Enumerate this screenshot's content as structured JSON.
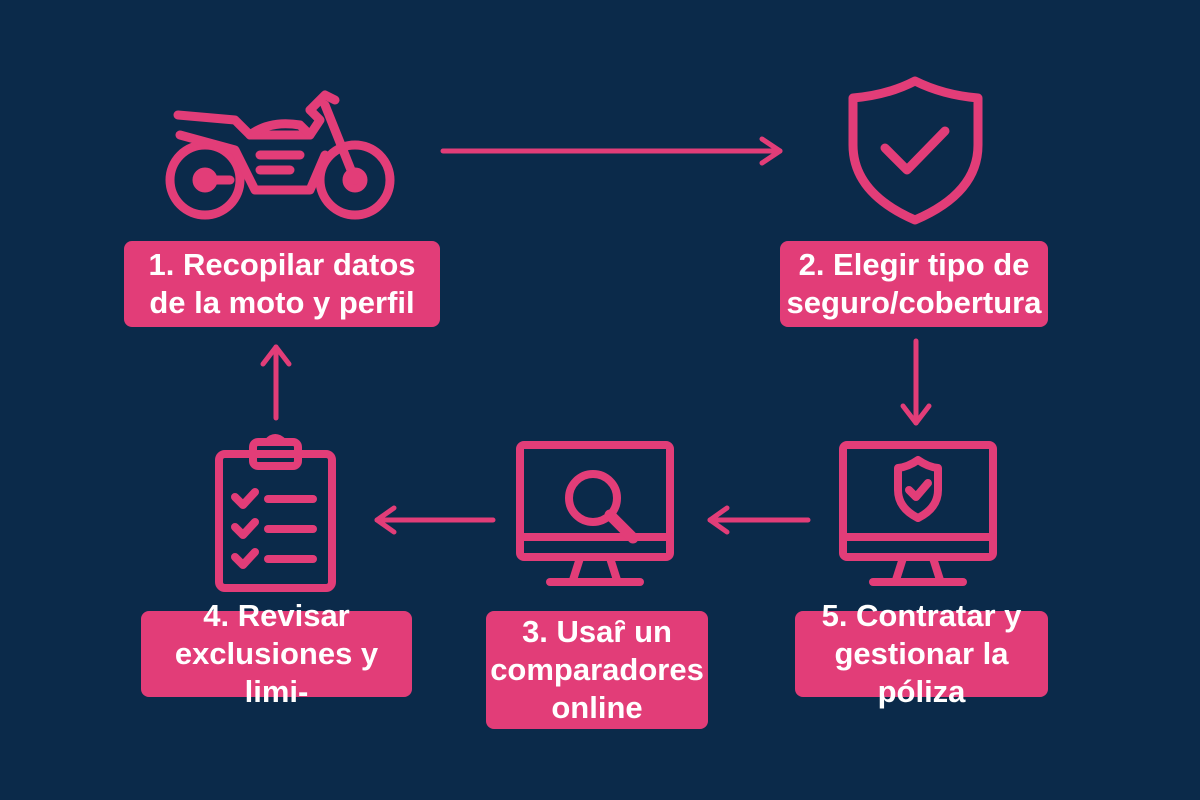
{
  "colors": {
    "background": "#0b2a4a",
    "accent": "#e23d78",
    "text": "#ffffff"
  },
  "steps": [
    {
      "label": "1. Recopilar datos\nde la moto y perfil",
      "icon": "motorcycle-icon"
    },
    {
      "label": "2. Elegir tipo de\nseguro/cobertura",
      "icon": "shield-check-icon"
    },
    {
      "label": "3. Usaȓ un\ncomparadores\nonline",
      "icon": "monitor-search-icon"
    },
    {
      "label": "4. Revisar\nexclusiones y limi-",
      "icon": "clipboard-checklist-icon"
    },
    {
      "label": "5. Contratar y\ngestionar la póliza",
      "icon": "monitor-shield-icon"
    }
  ]
}
